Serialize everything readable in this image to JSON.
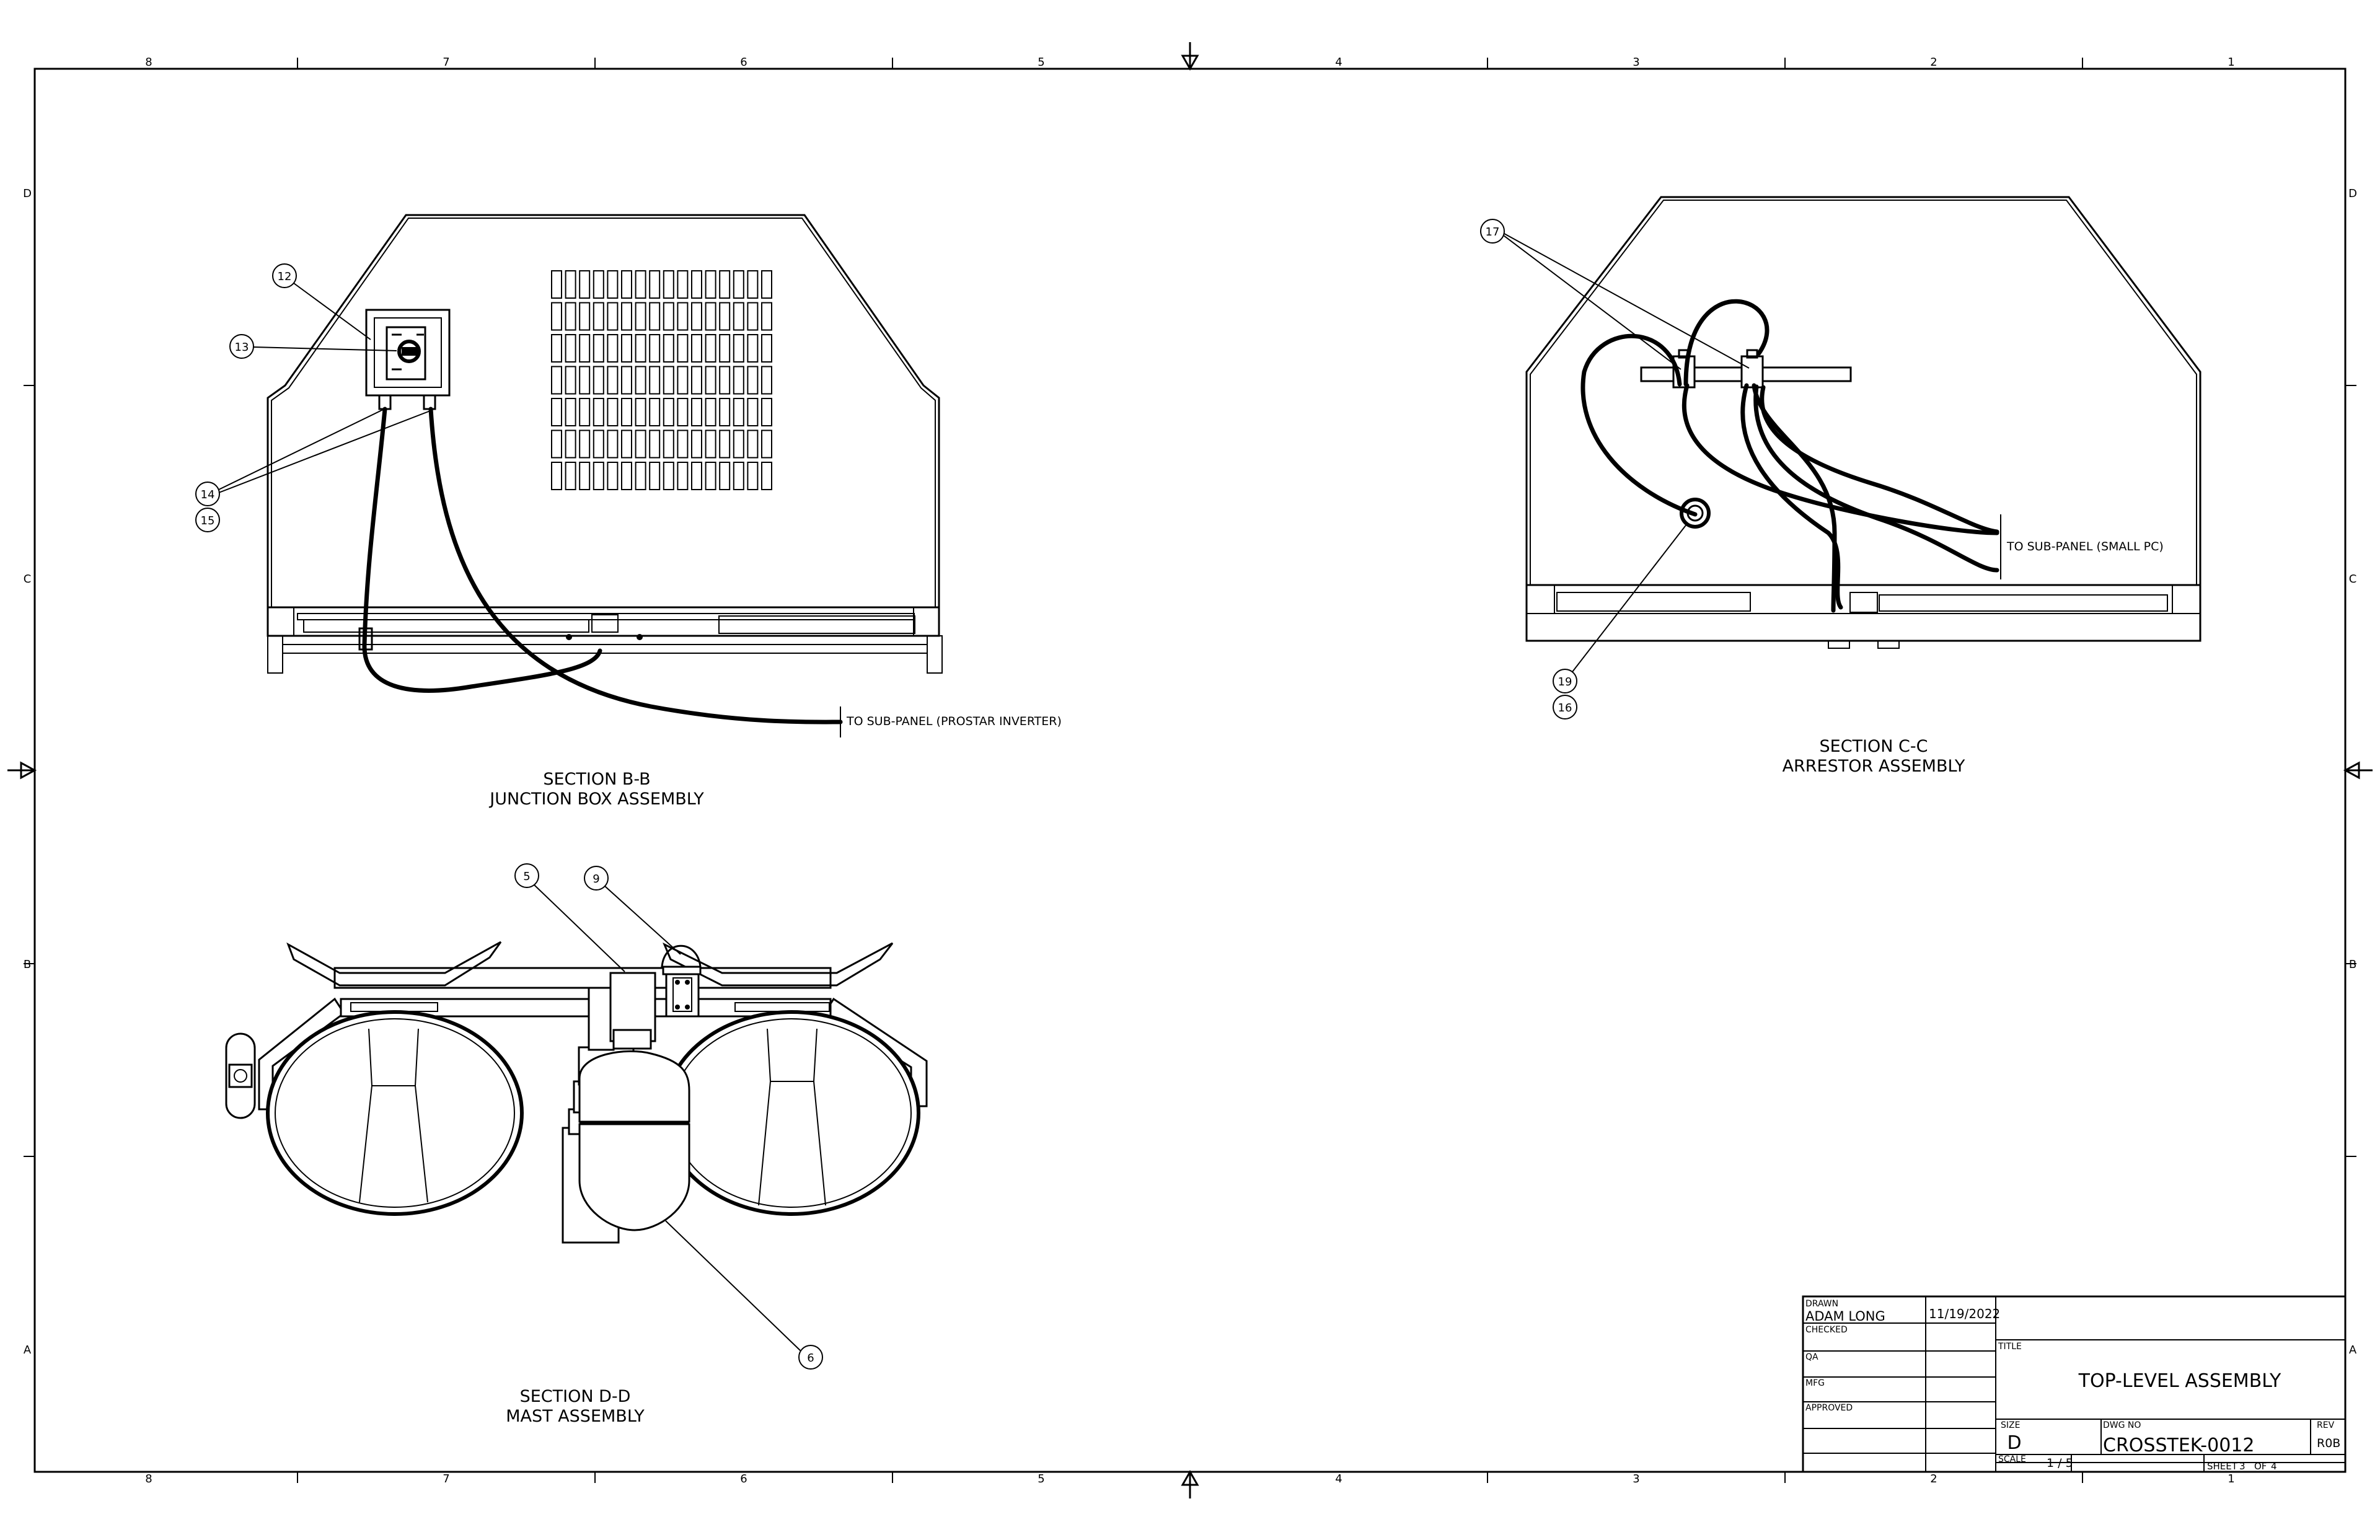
{
  "border": {
    "columns": [
      "8",
      "7",
      "6",
      "5",
      "4",
      "3",
      "2",
      "1"
    ],
    "rows": [
      "D",
      "C",
      "B",
      "A"
    ]
  },
  "views": {
    "section_b": {
      "title": "SECTION B-B",
      "subtitle": "JUNCTION BOX ASSEMBLY",
      "note": "TO SUB-PANEL (PROSTAR INVERTER)"
    },
    "section_c": {
      "title": "SECTION C-C",
      "subtitle": "ARRESTOR ASSEMBLY",
      "note": "TO SUB-PANEL (SMALL PC)"
    },
    "section_d": {
      "title": "SECTION D-D",
      "subtitle": "MAST ASSEMBLY"
    }
  },
  "balloons": {
    "b12": "12",
    "b13": "13",
    "b14": "14",
    "b15": "15",
    "b17": "17",
    "b19": "19",
    "b16": "16",
    "b5": "5",
    "b9": "9",
    "b6": "6"
  },
  "title_block": {
    "drawn_label": "DRAWN",
    "drawn_by": "ADAM LONG",
    "drawn_date": "11/19/2022",
    "checked_label": "CHECKED",
    "qa_label": "QA",
    "mfg_label": "MFG",
    "approved_label": "APPROVED",
    "title_label": "TITLE",
    "title": "TOP-LEVEL ASSEMBLY",
    "size_label": "SIZE",
    "size": "D",
    "dwg_no_label": "DWG NO",
    "dwg_no": "CROSSTEK-0012",
    "rev_label": "REV",
    "rev": "R0B",
    "scale_label": "SCALE",
    "scale": "1 / 5",
    "sheet_label": "SHEET",
    "sheet": "3",
    "of_label": "OF",
    "of": "4"
  }
}
